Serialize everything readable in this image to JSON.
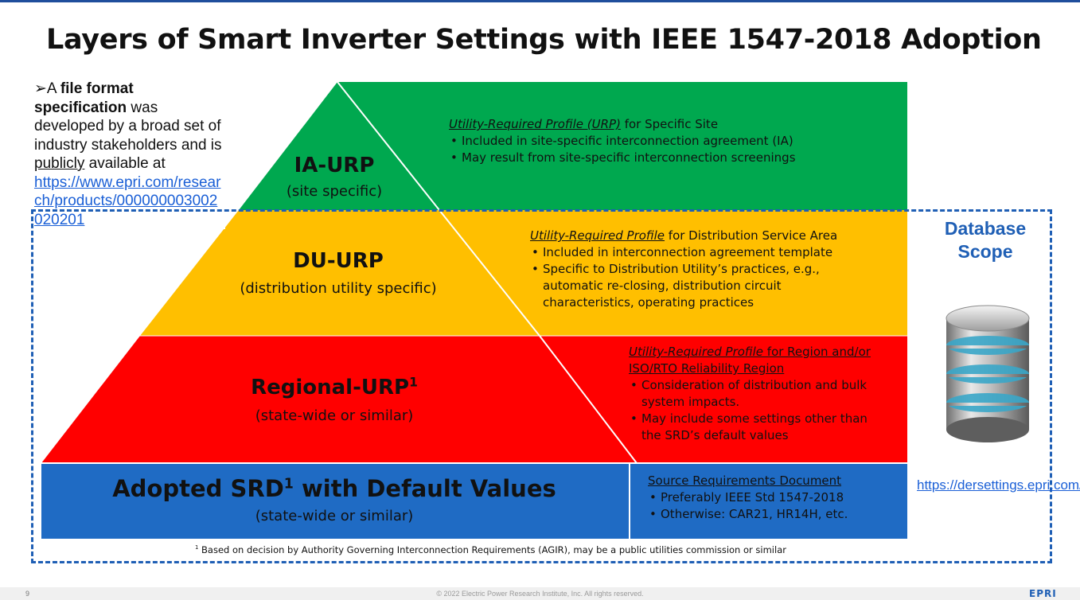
{
  "title": "Layers of Smart Inverter Settings with IEEE 1547-2018 Adoption",
  "intro": {
    "arrow": "➢",
    "p1": "A ",
    "bold1": "file format specification",
    "p2": " was developed by a broad set of industry stakeholders and is ",
    "underlined": "publicly",
    "p3": " available at ",
    "link": "https://www.epri.com/research/products/000000003002020201"
  },
  "layers": {
    "ia": {
      "name": "IA-URP",
      "scope": "(site specific)",
      "heading_italic": "Utility-Required Profile (URP)",
      "heading_rest": " for Specific Site",
      "bullets": [
        "Included in site-specific interconnection agreement (IA)",
        "May result from site-specific interconnection screenings"
      ]
    },
    "du": {
      "name": "DU-URP",
      "scope": "(distribution utility specific)",
      "heading_italic": "Utility-Required Profile",
      "heading_rest": " for Distribution Service Area",
      "bullets": [
        "Included in interconnection agreement template",
        "Specific to Distribution Utility’s practices, e.g., automatic re-closing, distribution circuit characteristics, operating practices"
      ]
    },
    "regional": {
      "name": "Regional-URP",
      "sup": "1",
      "scope": "(state-wide or similar)",
      "heading_italic": "Utility-Required Profile",
      "heading_rest": " for Region and/or ISO/RTO Reliability Region",
      "bullets": [
        "Consideration of distribution and bulk system impacts.",
        "May include some settings other than the SRD’s default values"
      ]
    },
    "srd": {
      "name_pre": "Adopted SRD",
      "sup": "1",
      "name_post": " with Default Values",
      "scope": "(state-wide or similar)",
      "heading": "Source Requirements Document",
      "bullets": [
        "Preferably IEEE Std 1547-2018",
        "Otherwise: CAR21, HR14H, etc."
      ]
    }
  },
  "database": {
    "label_line1": "Database",
    "label_line2": "Scope",
    "icon": "database-icon",
    "link": "https://dersettings.epri.com/"
  },
  "footnote": {
    "sup": "1",
    "text": " Based on decision by Authority Governing Interconnection Requirements (AGIR), may be a public utilities commission or similar"
  },
  "footer": {
    "page_number": "9",
    "copyright": "© 2022 Electric Power Research Institute, Inc. All rights reserved.",
    "logo": "EPRI"
  },
  "colors": {
    "green": "#00a84f",
    "yellow": "#ffbf00",
    "red": "#ff0000",
    "blue": "#1f6bc4",
    "dash": "#1f5fb5",
    "link": "#1a5fd6"
  }
}
